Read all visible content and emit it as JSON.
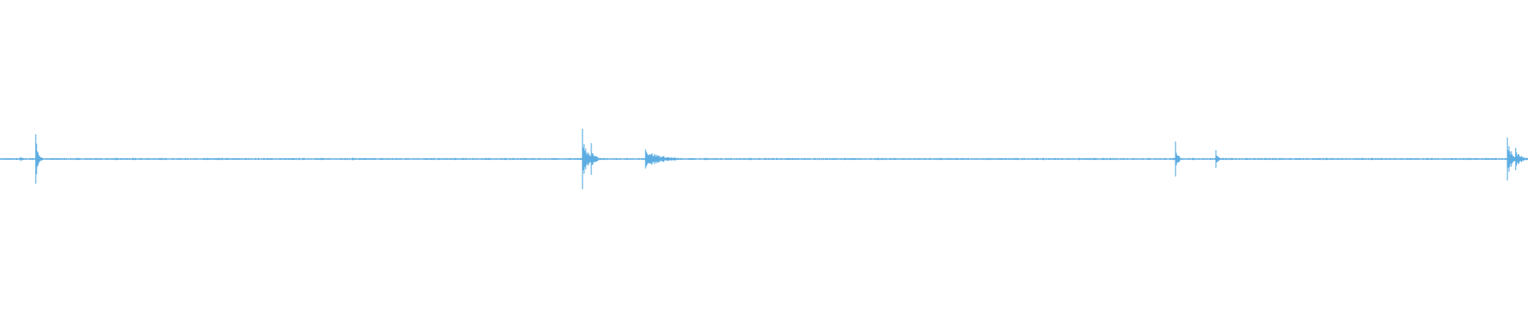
{
  "waveform": {
    "color": "#5DADE2",
    "background": "#ffffff",
    "noise_floor": 0.006,
    "events": [
      {
        "time": 0.0135,
        "peak": 0.012,
        "decay": 0.002
      },
      {
        "time": 0.0234,
        "peak": 0.155,
        "decay": 0.0015
      },
      {
        "time": 0.2305,
        "peak": 0.008,
        "decay": 0.004
      },
      {
        "time": 0.3812,
        "peak": 0.19,
        "decay": 0.003
      },
      {
        "time": 0.387,
        "peak": 0.1,
        "decay": 0.002
      },
      {
        "time": 0.4225,
        "peak": 0.06,
        "decay": 0.01
      },
      {
        "time": 0.7693,
        "peak": 0.11,
        "decay": 0.0015
      },
      {
        "time": 0.7958,
        "peak": 0.055,
        "decay": 0.0015
      },
      {
        "time": 0.9865,
        "peak": 0.135,
        "decay": 0.003
      },
      {
        "time": 0.992,
        "peak": 0.07,
        "decay": 0.003
      }
    ]
  }
}
